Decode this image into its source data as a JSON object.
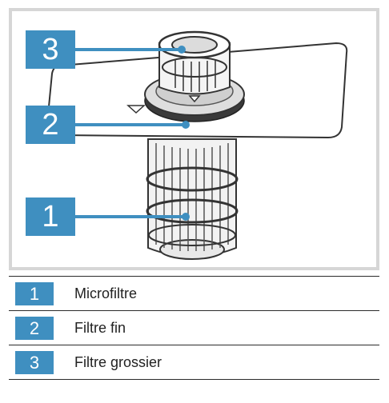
{
  "figure": {
    "callouts": [
      {
        "number": "3"
      },
      {
        "number": "2"
      },
      {
        "number": "1"
      }
    ]
  },
  "legend": {
    "items": [
      {
        "number": "1",
        "label": "Microfiltre"
      },
      {
        "number": "2",
        "label": "Filtre fin"
      },
      {
        "number": "3",
        "label": "Filtre grossier"
      }
    ]
  },
  "colors": {
    "accent": "#3f8fc0",
    "figure_border": "#d6d6d6",
    "rule": "#2b2b2b"
  }
}
